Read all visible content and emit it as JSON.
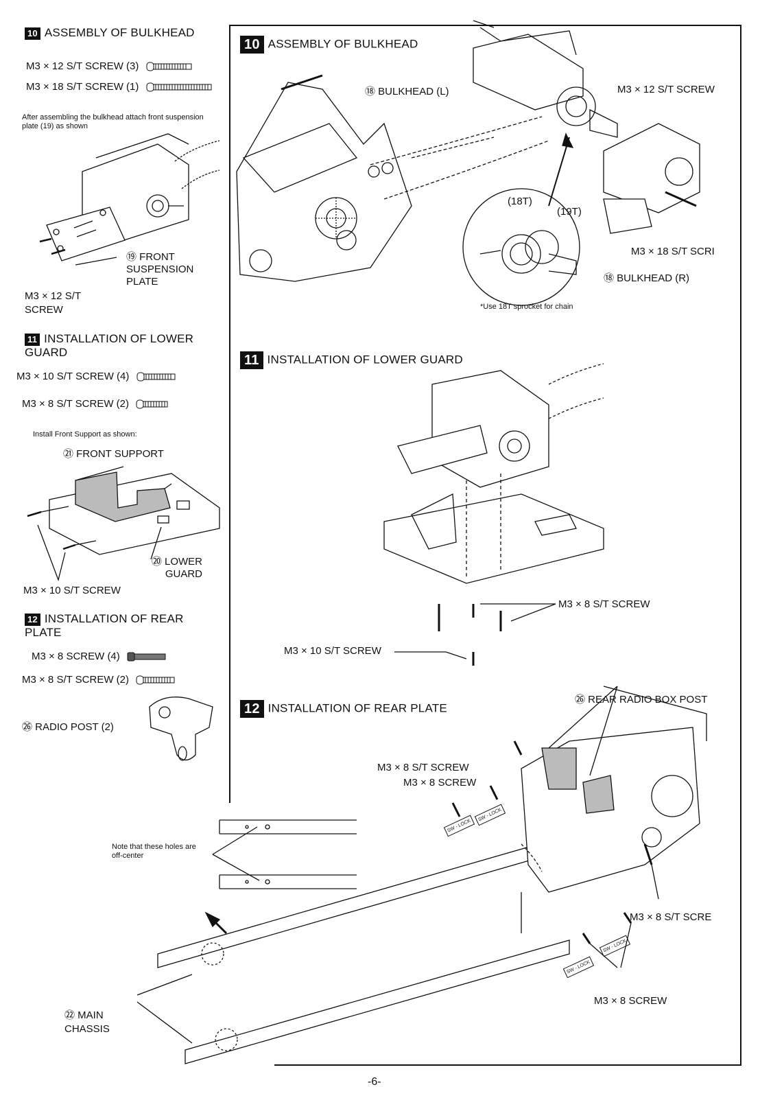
{
  "left": {
    "s10": {
      "num": "10",
      "title": "ASSEMBLY OF BULKHEAD",
      "screws": [
        "M3 × 12 S/T SCREW (3)",
        "M3 × 18 S/T SCREW (1)"
      ],
      "note": "After assembling the bulkhead attach front suspension plate (19) as shown",
      "part": "⑲ FRONT SUSPENSION PLATE",
      "screw_label": "M3 × 12 S/T SCREW"
    },
    "s11": {
      "num": "11",
      "title": "INSTALLATION OF LOWER GUARD",
      "screws": [
        "M3 × 10 S/T SCREW (4)",
        "M3 × 8 S/T SCREW (2)"
      ],
      "note": "Install Front Support as shown:",
      "part_front": "㉑ FRONT SUPPORT",
      "part_lower": "⑳ LOWER GUARD",
      "screw_label": "M3 × 10 S/T SCREW"
    },
    "s12": {
      "num": "12",
      "title": "INSTALLATION OF REAR PLATE",
      "screws": [
        "M3 × 8 SCREW (4)",
        "M3 × 8 S/T SCREW (2)"
      ],
      "part": "㉖ RADIO POST (2)"
    }
  },
  "main": {
    "s10": {
      "num": "10",
      "title": "ASSEMBLY OF BULKHEAD",
      "bulkhead_l": "⑱ BULKHEAD (L)",
      "bulkhead_r": "⑱ BULKHEAD (R)",
      "screw12": "M3 × 12 S/T SCREW",
      "screw18": "M3 × 18 S/T SCRI",
      "t18": "(18T)",
      "t19": "(19T)",
      "sprocket_note": "*Use 18T sprocket for chain"
    },
    "s11": {
      "num": "11",
      "title": "INSTALLATION OF LOWER GUARD",
      "screw8": "M3 × 8 S/T SCREW",
      "screw10": "M3 × 10 S/T SCREW"
    },
    "s12": {
      "num": "12",
      "title": "INSTALLATION OF REAR PLATE",
      "rear_post": "㉖ REAR RADIO BOX POST",
      "st_screw": "M3 × 8 S/T SCREW",
      "screw": "M3 × 8 SCREW",
      "st_screw_right": "M3 × 8 S/T SCRE",
      "screw_right": "M3 × 8 SCREW",
      "holes_note": "Note that these holes are off-center",
      "main_chassis": "㉒ MAIN CHASSIS",
      "sw_lock": "SW - LOCK"
    }
  },
  "footer": {
    "page": "-6-"
  }
}
